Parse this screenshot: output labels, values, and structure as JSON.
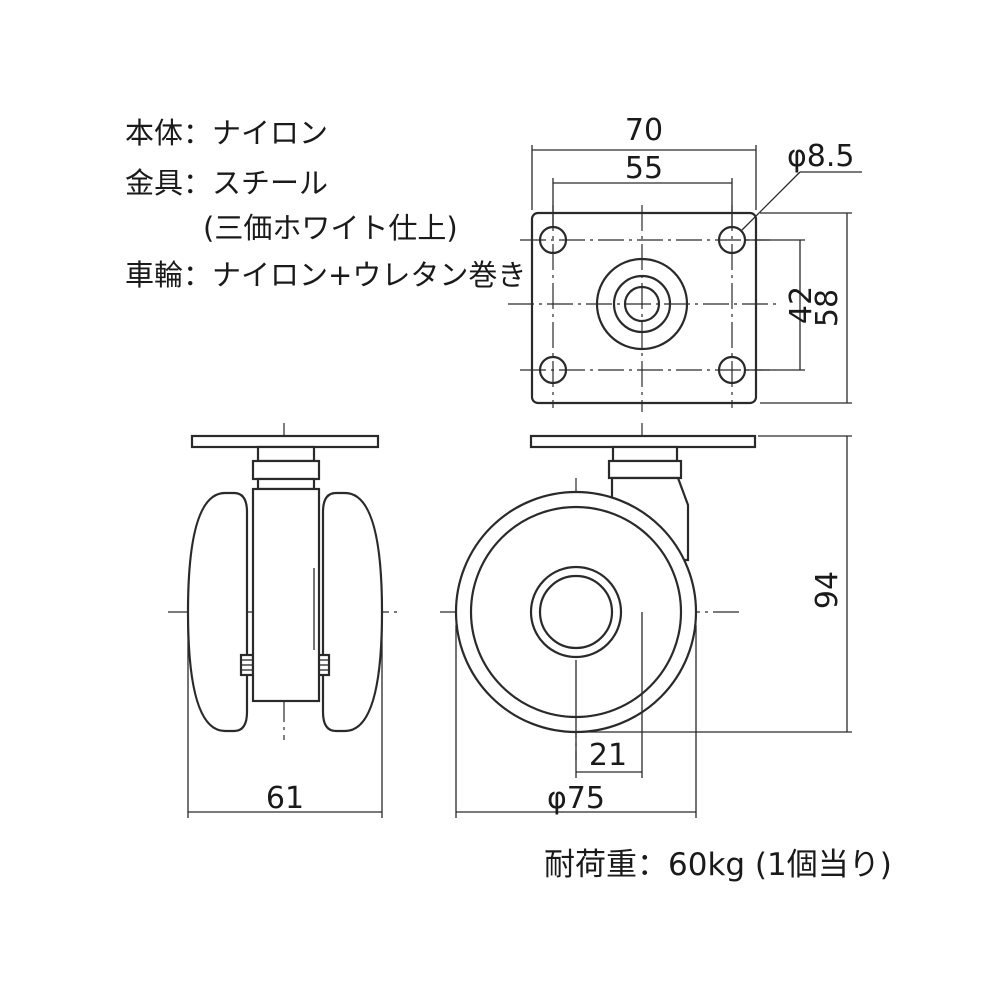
{
  "specs": {
    "body_label": "本体：",
    "body_value": "ナイロン",
    "fitting_label": "金具：",
    "fitting_value": "スチール",
    "fitting_finish": "(三価ホワイト仕上)",
    "wheel_label": "車輪：",
    "wheel_value": "ナイロン+ウレタン巻き"
  },
  "dimensions": {
    "plate_width": "70",
    "hole_pitch_x": "55",
    "hole_diameter": "φ8.5",
    "hole_pitch_y": "42",
    "plate_depth": "58",
    "overall_height": "94",
    "total_width": "61",
    "hub_width": "21",
    "wheel_diameter": "φ75"
  },
  "load_capacity": "耐荷重：60kg (1個当り)"
}
